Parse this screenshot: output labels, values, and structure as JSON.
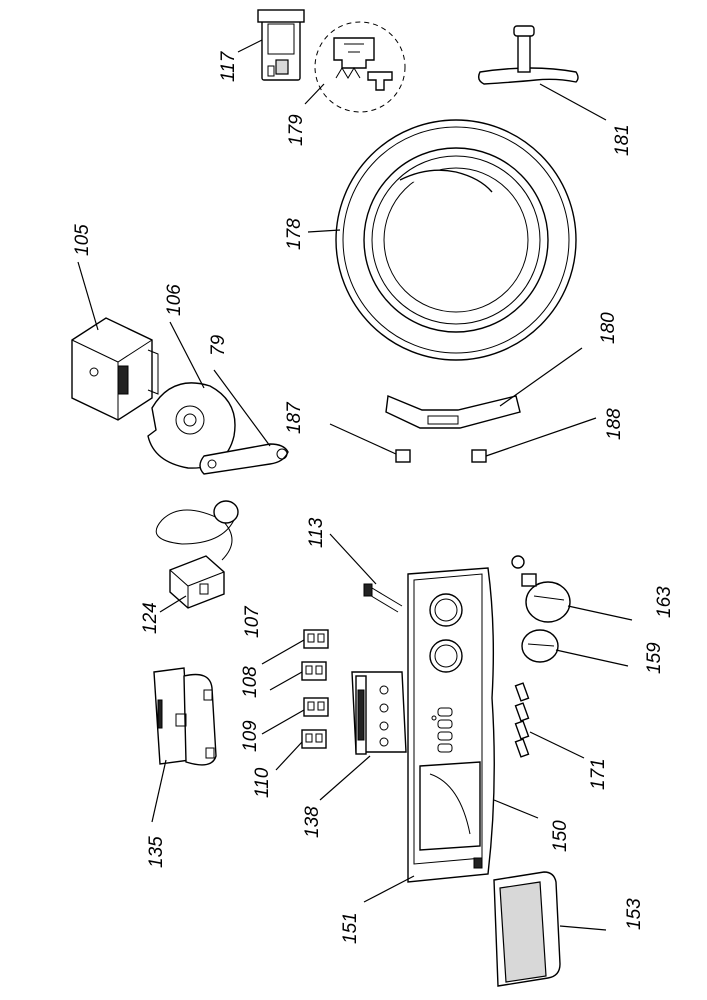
{
  "parts": [
    {
      "id": "p117",
      "label": "117"
    },
    {
      "id": "p179",
      "label": "179"
    },
    {
      "id": "p181",
      "label": "181"
    },
    {
      "id": "p105",
      "label": "105"
    },
    {
      "id": "p106",
      "label": "106"
    },
    {
      "id": "p79",
      "label": "79"
    },
    {
      "id": "p178",
      "label": "178"
    },
    {
      "id": "p180",
      "label": "180"
    },
    {
      "id": "p187",
      "label": "187"
    },
    {
      "id": "p188",
      "label": "188"
    },
    {
      "id": "p113",
      "label": "113"
    },
    {
      "id": "p124",
      "label": "124"
    },
    {
      "id": "p107",
      "label": "107"
    },
    {
      "id": "p108",
      "label": "108"
    },
    {
      "id": "p109",
      "label": "109"
    },
    {
      "id": "p110",
      "label": "110"
    },
    {
      "id": "p163",
      "label": "163"
    },
    {
      "id": "p159",
      "label": "159"
    },
    {
      "id": "p171",
      "label": "171"
    },
    {
      "id": "p138",
      "label": "138"
    },
    {
      "id": "p135",
      "label": "135"
    },
    {
      "id": "p150",
      "label": "150"
    },
    {
      "id": "p151",
      "label": "151"
    },
    {
      "id": "p153",
      "label": "153"
    }
  ]
}
